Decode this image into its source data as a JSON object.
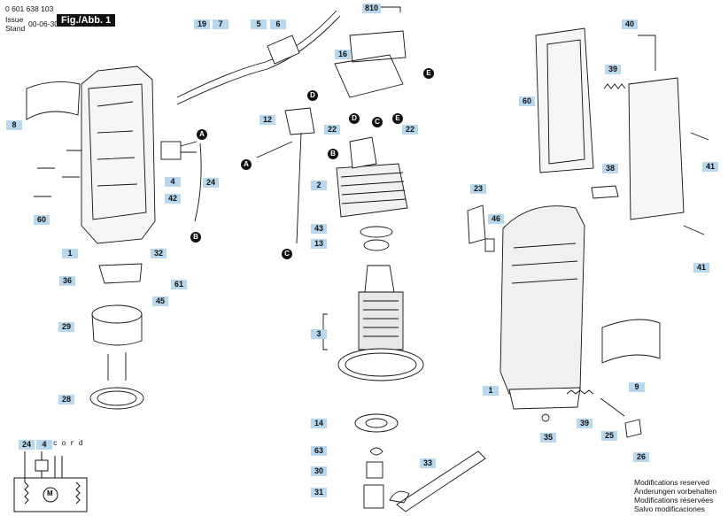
{
  "header": {
    "doc_number": "0 601 638 103",
    "issue": "Issue",
    "stand": "Stand",
    "date": "00-06-30",
    "fig_label": "Fig./Abb. 1"
  },
  "colors": {
    "label_bg": "#b7d8ee",
    "line": "#111111",
    "letter_bg": "#111111"
  },
  "parts": [
    {
      "num": "8"
    },
    {
      "num": "60"
    },
    {
      "num": "1"
    },
    {
      "num": "32"
    },
    {
      "num": "36"
    },
    {
      "num": "29"
    },
    {
      "num": "28"
    },
    {
      "num": "19"
    },
    {
      "num": "7"
    },
    {
      "num": "5"
    },
    {
      "num": "6"
    },
    {
      "num": "4"
    },
    {
      "num": "42"
    },
    {
      "num": "24"
    },
    {
      "num": "45"
    },
    {
      "num": "61"
    },
    {
      "num": "12"
    },
    {
      "num": "16"
    },
    {
      "num": "810"
    },
    {
      "num": "22"
    },
    {
      "num": "22"
    },
    {
      "num": "2"
    },
    {
      "num": "43"
    },
    {
      "num": "13"
    },
    {
      "num": "3"
    },
    {
      "num": "14"
    },
    {
      "num": "63"
    },
    {
      "num": "30"
    },
    {
      "num": "31"
    },
    {
      "num": "33"
    },
    {
      "num": "40"
    },
    {
      "num": "39"
    },
    {
      "num": "60"
    },
    {
      "num": "41"
    },
    {
      "num": "38"
    },
    {
      "num": "41"
    },
    {
      "num": "23"
    },
    {
      "num": "46"
    },
    {
      "num": "9"
    },
    {
      "num": "1"
    },
    {
      "num": "39"
    },
    {
      "num": "25"
    },
    {
      "num": "35"
    },
    {
      "num": "26"
    },
    {
      "num": "24"
    },
    {
      "num": "4"
    }
  ],
  "connectors": [
    "A",
    "A",
    "B",
    "B",
    "C",
    "C",
    "D",
    "D",
    "E",
    "E"
  ],
  "schematic": {
    "cord_label": "c o r d",
    "motor_label": "M"
  },
  "notes": [
    "Modifications reserved",
    "Änderungen vorbehalten",
    "Modifications réservées",
    "Salvo modificaciones"
  ]
}
